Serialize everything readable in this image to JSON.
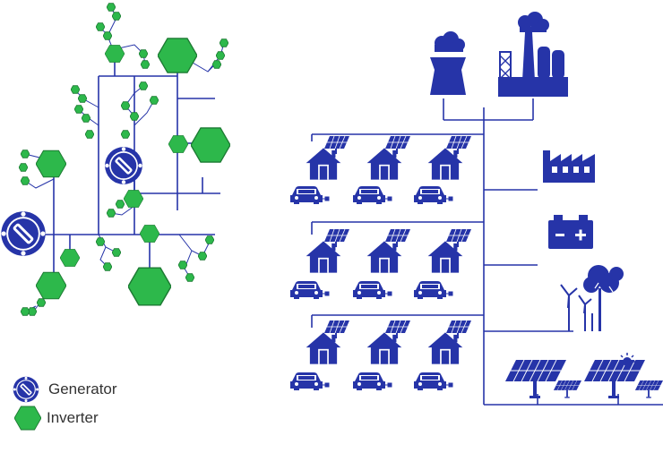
{
  "legend": {
    "items": [
      {
        "label": "Generator",
        "icon": "generator-icon"
      },
      {
        "label": "Inverter",
        "icon": "inverter-hexagon-icon"
      }
    ]
  },
  "colors": {
    "grid_blue": "#2634a8",
    "inverter_green": "#2db84b",
    "inverter_outline": "#1d7a33",
    "generator_ring": "#2634a8"
  },
  "microgrid": {
    "description_icons": [
      "generator-icon",
      "inverter-hexagon-icon",
      "branch-network"
    ]
  },
  "macrogrid": {
    "top_sources": [
      "cooling-tower-icon",
      "power-plant-icon"
    ],
    "neighborhood_rows": 3,
    "houses_per_row": 3,
    "right_assets": [
      "factory-icon",
      "battery-icon",
      "wind-turbine-icon",
      "solar-farm-icon"
    ]
  }
}
